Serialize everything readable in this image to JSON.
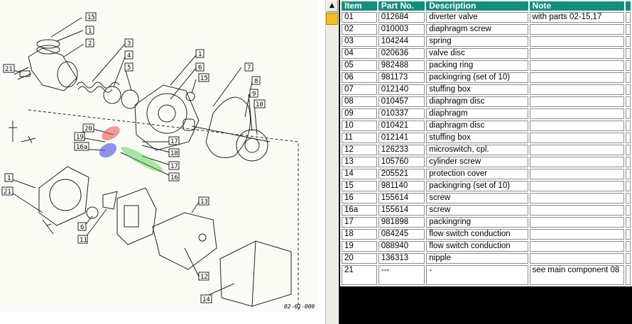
{
  "diagram": {
    "callouts": [
      "15",
      "1",
      "2",
      "3",
      "4",
      "5",
      "1",
      "6",
      "7",
      "8",
      "9",
      "10",
      "15",
      "21",
      "20",
      "19",
      "16a",
      "17",
      "18",
      "17",
      "16",
      "1",
      "21",
      "6",
      "11",
      "13",
      "12",
      "14"
    ],
    "drawing_code": "02-01-009"
  },
  "table": {
    "headers": [
      "Item",
      "Part No.",
      "Description",
      "Note"
    ],
    "rows": [
      [
        "01",
        "012684",
        "diverter valve",
        "with parts 02-15,17"
      ],
      [
        "02",
        "010003",
        "diaphragm screw",
        ""
      ],
      [
        "03",
        "104244",
        "spring",
        ""
      ],
      [
        "04",
        "020636",
        "valve disc",
        ""
      ],
      [
        "05",
        "982488",
        "packing ring",
        ""
      ],
      [
        "06",
        "981173",
        "packingring (set of 10)",
        ""
      ],
      [
        "07",
        "012140",
        "stuffing box",
        ""
      ],
      [
        "08",
        "010457",
        "diaphragm disc",
        ""
      ],
      [
        "09",
        "010337",
        "diaphragm",
        ""
      ],
      [
        "10",
        "010421",
        "diaphragm disc",
        ""
      ],
      [
        "11",
        "012141",
        "stuffing box",
        ""
      ],
      [
        "12",
        "126233",
        "microswitch, cpl.",
        ""
      ],
      [
        "13",
        "105760",
        "cylinder screw",
        ""
      ],
      [
        "14",
        "205521",
        "protection cover",
        ""
      ],
      [
        "15",
        "981140",
        "packingring (set of 10)",
        ""
      ],
      [
        "16",
        "155614",
        "screw",
        ""
      ],
      [
        "16a",
        "155614",
        "screw",
        ""
      ],
      [
        "17",
        "981898",
        "packingring",
        ""
      ],
      [
        "18",
        "084245",
        "flow switch conduction",
        ""
      ],
      [
        "19",
        "088940",
        "flow switch conduction",
        ""
      ],
      [
        "20",
        "136313",
        "nipple",
        ""
      ],
      [
        "21",
        "---",
        "-",
        "see main component 08"
      ]
    ]
  },
  "scrollbar": {
    "up_arrow": "▲"
  }
}
